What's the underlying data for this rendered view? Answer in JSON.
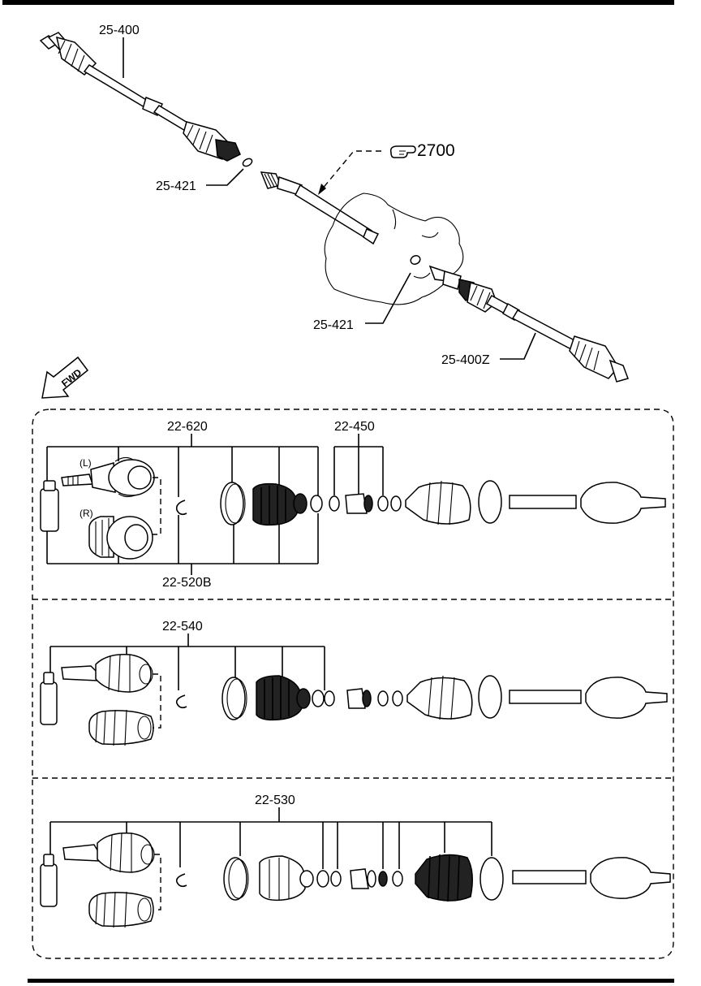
{
  "labels": {
    "top_shaft": "25-400",
    "ring_left": "25-421",
    "ring_right": "25-421",
    "bottom_shaft": "25-400Z",
    "ref_number": "2700",
    "fwd": "FWD",
    "kit_620": "22-620",
    "kit_450": "22-450",
    "kit_520b": "22-520B",
    "kit_540": "22-540",
    "kit_530": "22-530",
    "side_l": "(L)",
    "side_r": "(R)"
  },
  "icons": {
    "ref_pointer": "pointing-hand-icon",
    "direction": "fwd-arrow-icon"
  }
}
